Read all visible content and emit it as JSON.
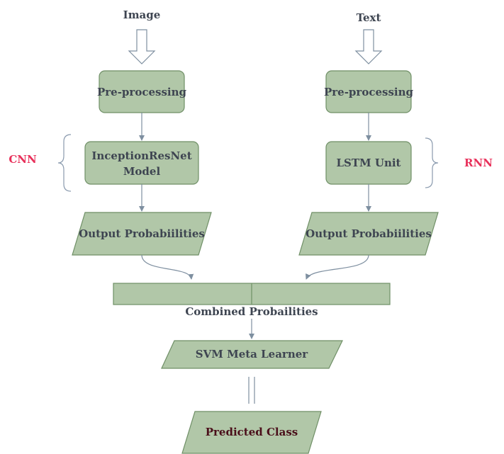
{
  "inputs": {
    "image": "Image",
    "text": "Text"
  },
  "left_branch": {
    "preprocessing": "Pre-processing",
    "model_line1": "InceptionResNet",
    "model_line2": "Model",
    "output": "Output Probabiilities",
    "side_label": "CNN"
  },
  "right_branch": {
    "preprocessing": "Pre-processing",
    "model": "LSTM Unit",
    "output": "Output Probabiilities",
    "side_label": "RNN"
  },
  "combined": {
    "label": "Combined Probailities"
  },
  "meta": {
    "label": "SVM Meta Learner"
  },
  "result": {
    "label": "Predicted Class"
  },
  "colors": {
    "box_fill": "#b1c7a8",
    "box_stroke": "#6f8f66",
    "text": "#3e4551",
    "side_label": "#e8305a",
    "result_text": "#4a0f1a"
  }
}
